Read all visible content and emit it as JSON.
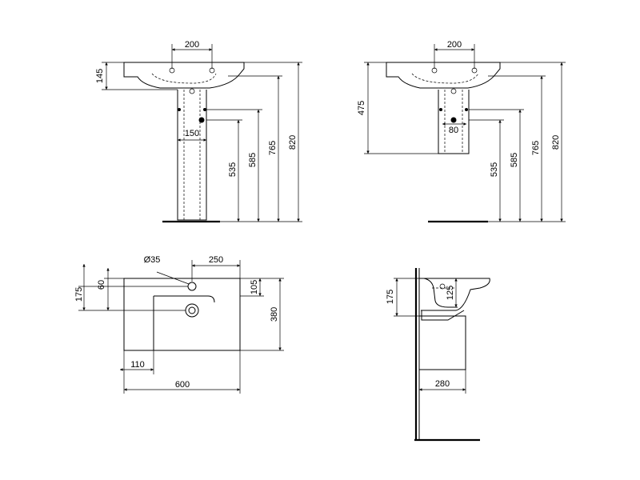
{
  "front_view": {
    "top_width": "200",
    "basin_height": "145",
    "pedestal_gap": "150",
    "dim_535": "535",
    "dim_585": "585",
    "dim_765": "765",
    "dim_820": "820"
  },
  "wall_view": {
    "top_width": "200",
    "mount_height": "475",
    "fix_gap": "80",
    "dim_535": "535",
    "dim_585": "585",
    "dim_765": "765",
    "dim_820": "820"
  },
  "plan_view": {
    "hole_diameter": "Ø35",
    "hole_offset": "250",
    "depth_175": "175",
    "dim_60": "60",
    "dim_105": "105",
    "depth_380": "380",
    "dim_110": "110",
    "width_600": "600"
  },
  "side_view": {
    "dim_175": "175",
    "dim_125": "125",
    "dim_280": "280"
  }
}
